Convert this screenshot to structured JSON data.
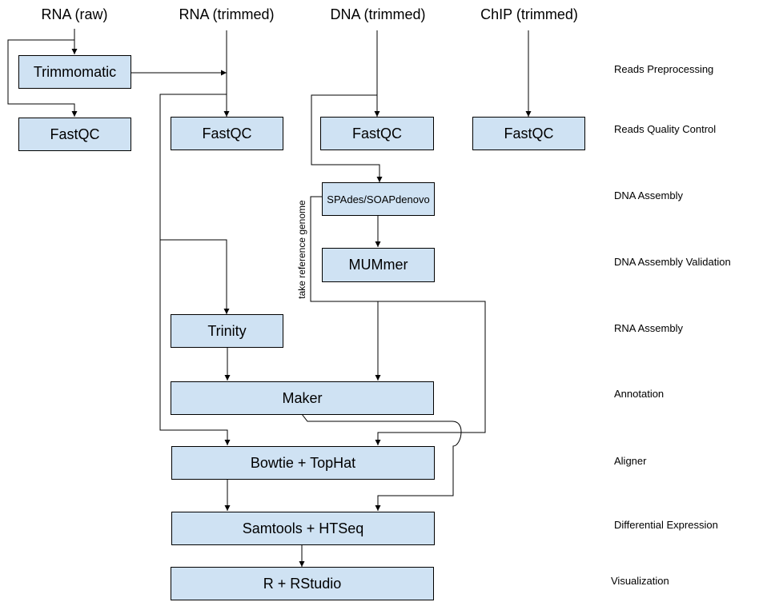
{
  "headers": {
    "rna_raw": "RNA (raw)",
    "rna_trimmed": "RNA (trimmed)",
    "dna_trimmed": "DNA (trimmed)",
    "chip_trimmed": "ChIP (trimmed)"
  },
  "tools": {
    "trimmomatic": "Trimmomatic",
    "fastqc_rna_raw": "FastQC",
    "fastqc_rna_trimmed": "FastQC",
    "fastqc_dna": "FastQC",
    "fastqc_chip": "FastQC",
    "spades": "SPAdes/SOAPdenovo",
    "mummer": "MUMmer",
    "trinity": "Trinity",
    "maker": "Maker",
    "bowtie": "Bowtie + TopHat",
    "samtools": "Samtools + HTSeq",
    "r": "R + RStudio"
  },
  "stages": {
    "preprocessing": "Reads Preprocessing",
    "quality_control": "Reads Quality Control",
    "dna_assembly": "DNA Assembly",
    "dna_validation": "DNA Assembly Validation",
    "rna_assembly": "RNA Assembly",
    "annotation": "Annotation",
    "aligner": "Aligner",
    "differential_expression": "Differential Expression",
    "visualization": "Visualization"
  },
  "edge_labels": {
    "reference_genome": "take reference genome"
  },
  "colors": {
    "box_fill": "#cfe2f3",
    "line": "#000000"
  }
}
